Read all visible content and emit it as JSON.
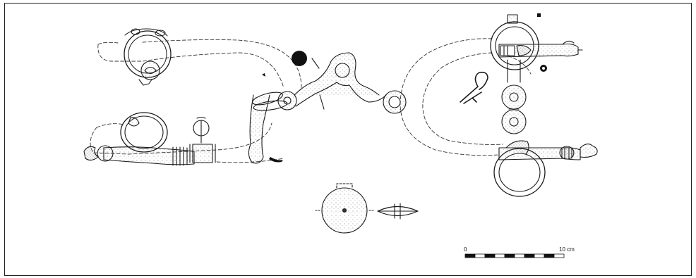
{
  "figure": {
    "scale_bar": {
      "start_label": "0",
      "end_label": "10 cm",
      "segments": 10
    }
  }
}
